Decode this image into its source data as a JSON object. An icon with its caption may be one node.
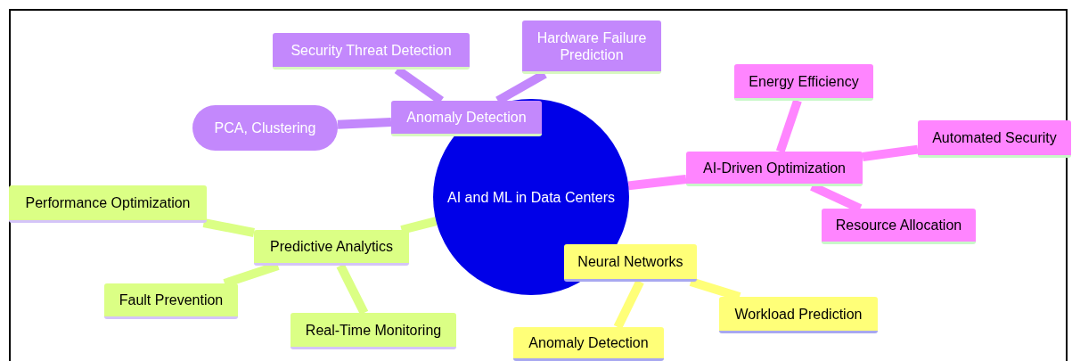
{
  "diagram": {
    "nodes": [
      {
        "text": [
          "AI and ML in Data Centers"
        ]
      },
      {
        "text": [
          "Anomaly Detection"
        ]
      },
      {
        "text": [
          "Security Threat Detection"
        ]
      },
      {
        "text": [
          "Hardware Failure Prediction"
        ]
      },
      {
        "text": [
          "PCA, Clustering"
        ]
      },
      {
        "text": [
          "AI-Driven Optimization"
        ]
      },
      {
        "text": [
          "Energy Efficiency"
        ]
      },
      {
        "text": [
          "Automated Security"
        ]
      },
      {
        "text": [
          "Resource Allocation"
        ]
      },
      {
        "text": [
          "Predictive Analytics"
        ]
      },
      {
        "text": [
          "Performance Optimization"
        ]
      },
      {
        "text": [
          "Fault Prevention"
        ]
      },
      {
        "text": [
          "Real-Time Monitoring"
        ]
      },
      {
        "text": [
          "Neural Networks"
        ]
      },
      {
        "text": [
          "Workload Prediction"
        ]
      },
      {
        "text": [
          "Anomaly Detection"
        ]
      }
    ],
    "edges": [
      {
        "from": 1,
        "to": 2,
        "arrow": "none",
        "color": "#c388fc"
      },
      {
        "from": 1,
        "to": 3,
        "arrow": "none",
        "color": "#c388fc"
      },
      {
        "from": 1,
        "to": 4,
        "arrow": "none",
        "color": "#c388fc"
      },
      {
        "from": 0,
        "to": 5,
        "arrow": "none",
        "color": "#ff85ff"
      },
      {
        "from": 5,
        "to": 6,
        "arrow": "none",
        "color": "#ff85ff"
      },
      {
        "from": 5,
        "to": 7,
        "arrow": "none",
        "color": "#ff85ff"
      },
      {
        "from": 5,
        "to": 8,
        "arrow": "none",
        "color": "#ff85ff"
      },
      {
        "from": 0,
        "to": 9,
        "arrow": "none",
        "color": "#dbff85"
      },
      {
        "from": 9,
        "to": 10,
        "arrow": "none",
        "color": "#dbff85"
      },
      {
        "from": 9,
        "to": 11,
        "arrow": "none",
        "color": "#dbff85"
      },
      {
        "from": 9,
        "to": 12,
        "arrow": "none",
        "color": "#dbff85"
      },
      {
        "from": 13,
        "to": 14,
        "arrow": "none",
        "color": "#ffff78"
      },
      {
        "from": 13,
        "to": 15,
        "arrow": "none",
        "color": "#ffff78"
      }
    ]
  }
}
